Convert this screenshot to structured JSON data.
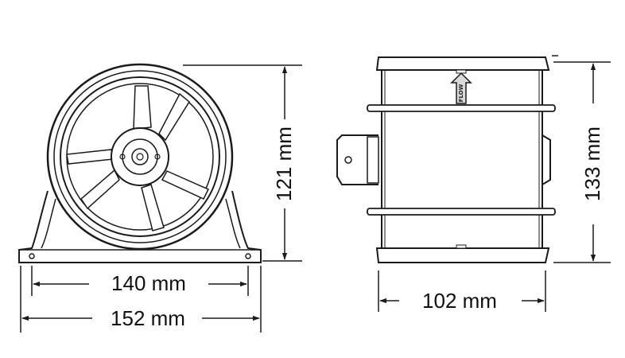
{
  "front_view": {
    "dim_height": "121 mm",
    "dim_inner_width": "140 mm",
    "dim_outer_width": "152 mm"
  },
  "side_view": {
    "dim_height": "133 mm",
    "dim_length": "102 mm",
    "flow_label": "FLOW"
  },
  "colors": {
    "line": "#1a1a1a",
    "fill": "#ffffff",
    "shade": "#d9d9d9"
  }
}
